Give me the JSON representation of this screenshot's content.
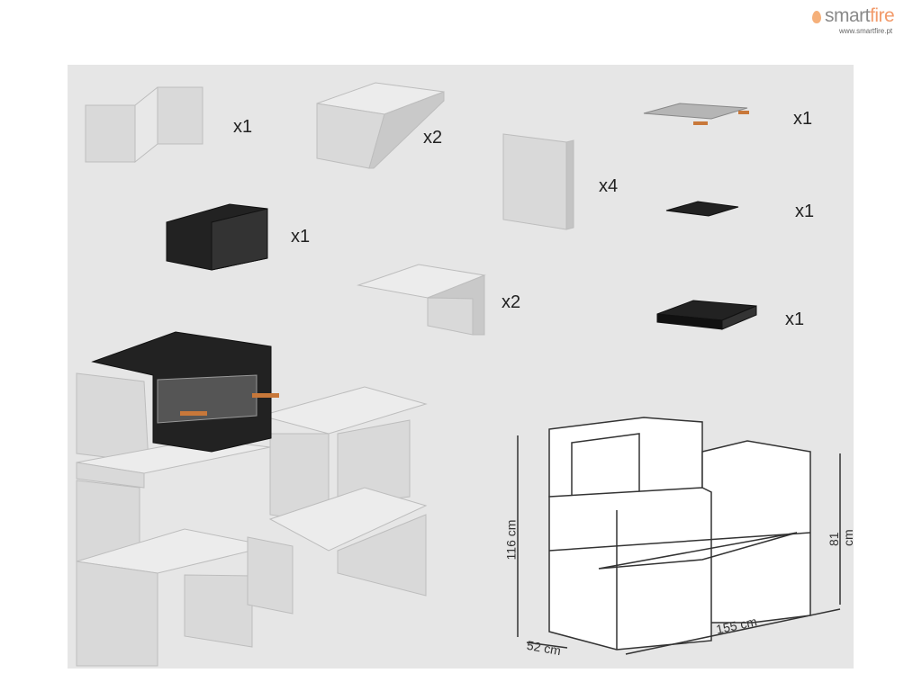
{
  "logo": {
    "brand_smart": "smart",
    "brand_fire": "fire",
    "url": "www.smartfire.pt"
  },
  "parts": [
    {
      "name": "u-side-panel",
      "qty": "x1"
    },
    {
      "name": "l-top-shelf",
      "qty": "x2"
    },
    {
      "name": "flat-panel",
      "qty": "x4"
    },
    {
      "name": "grill-grate",
      "qty": "x1"
    },
    {
      "name": "black-tray-thin",
      "qty": "x1"
    },
    {
      "name": "firebox",
      "qty": "x1"
    },
    {
      "name": "l-lower-shelf",
      "qty": "x2"
    },
    {
      "name": "black-tray-thick",
      "qty": "x1"
    }
  ],
  "dimensions": {
    "height_total": "116 cm",
    "height_side": "81 cm",
    "width": "155 cm",
    "depth": "52 cm"
  },
  "colors": {
    "panel": "#e6e6e6",
    "concrete": "#d9d9d9",
    "steel": "#1e1e1e",
    "wood": "#c8783a"
  }
}
